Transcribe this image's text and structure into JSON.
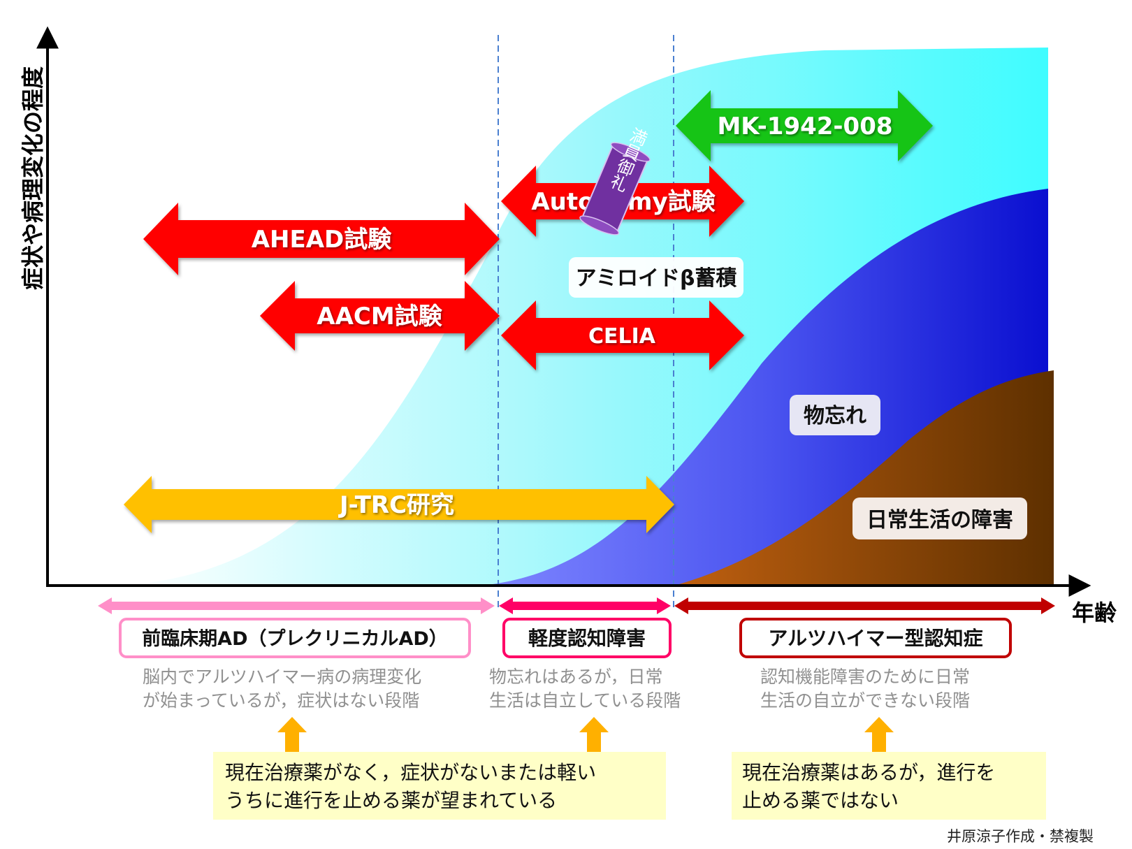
{
  "axes": {
    "y_label": "症状や病理変化の程度",
    "x_label": "年齢"
  },
  "curves": {
    "amyloid": {
      "label": "アミロイドβ蓄積",
      "color": "#3ffcff"
    },
    "memory": {
      "label": "物忘れ",
      "color": "#1010d0"
    },
    "daily_life": {
      "label": "日常生活の障害",
      "color": "#6a3300"
    }
  },
  "trials": {
    "ahead": {
      "label": "AHEAD試験",
      "color": "#ff0000"
    },
    "aacm": {
      "label": "AACM試験",
      "color": "#ff0000"
    },
    "autonomy": {
      "label": "Autonomy試験",
      "color": "#ff0000"
    },
    "celia": {
      "label": "CELIA",
      "color": "#ff0000"
    },
    "mk": {
      "label": "MK-1942-008",
      "color": "#19c419"
    },
    "jtrc": {
      "label": "J-TRC研究",
      "color": "#ffc000"
    }
  },
  "badge": {
    "text": "満員御礼",
    "color": "#7030a0"
  },
  "stages": {
    "preclinical": {
      "title": "前臨床期AD（プレクリニカルAD）",
      "desc_line1": "脳内でアルツハイマー病の病理変化",
      "desc_line2": "が始まっているが，症状はない段階",
      "color": "#ff8fc8"
    },
    "mci": {
      "title": "軽度認知障害",
      "desc_line1": "物忘れはあるが，日常",
      "desc_line2": "生活は自立している段階",
      "color": "#ff0066"
    },
    "dementia": {
      "title": "アルツハイマー型認知症",
      "desc_line1": "認知機能障害のために日常",
      "desc_line2": "生活の自立ができない段階",
      "color": "#c00000"
    }
  },
  "notes": {
    "left": {
      "line1": "現在治療薬がなく，症状がないまたは軽い",
      "line2": "うちに進行を止める薬が望まれている"
    },
    "right": {
      "line1": "現在治療薬はあるが，進行を",
      "line2": "止める薬ではない"
    }
  },
  "credit": "井原涼子作成・禁複製"
}
